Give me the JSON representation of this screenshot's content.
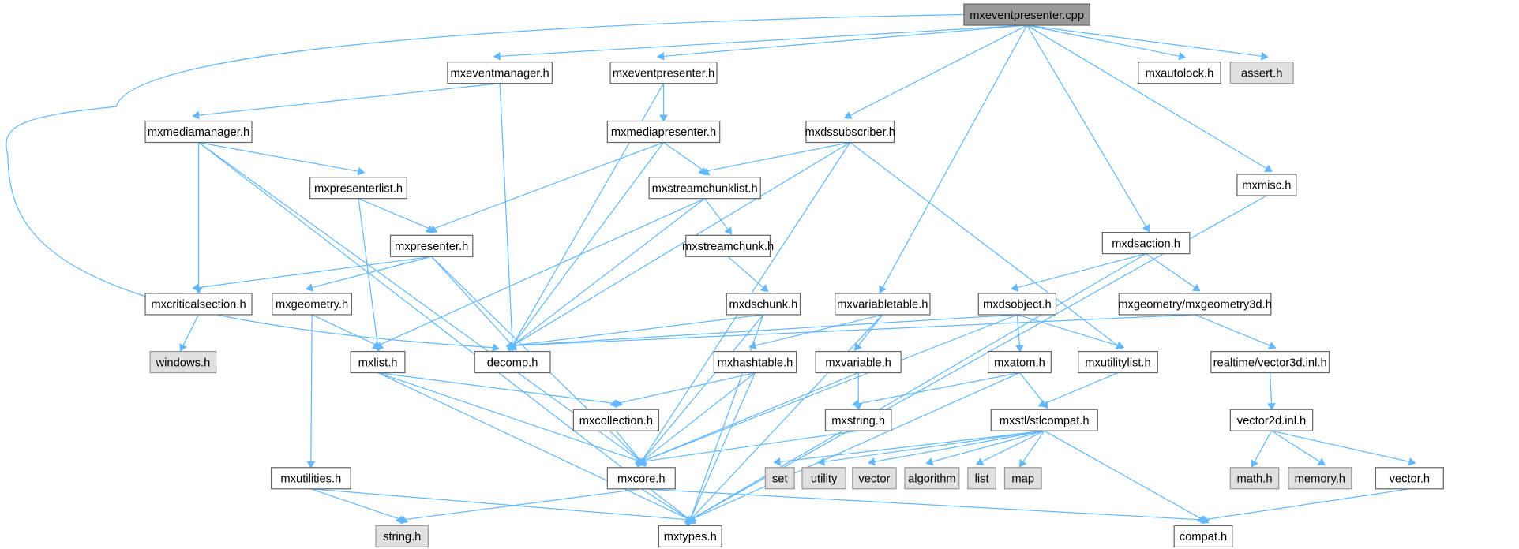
{
  "title": "mxeventpresenter.cpp include dependency graph",
  "colors": {
    "edge": "#63b8ff",
    "root_fill": "#999999",
    "system_fill": "#e0e0e0",
    "node_border": "#666666"
  },
  "nodes": {
    "root": {
      "label": "mxeventpresenter.cpp",
      "kind": "root"
    },
    "mxeventmanager": {
      "label": "mxeventmanager.h"
    },
    "mxeventpresenter": {
      "label": "mxeventpresenter.h"
    },
    "mxautolock": {
      "label": "mxautolock.h"
    },
    "assert": {
      "label": "assert.h",
      "kind": "system"
    },
    "mxmediamanager": {
      "label": "mxmediamanager.h"
    },
    "mxmediapresenter": {
      "label": "mxmediapresenter.h"
    },
    "mxdssubscriber": {
      "label": "mxdssubscriber.h"
    },
    "mxmisc": {
      "label": "mxmisc.h"
    },
    "mxpresenterlist": {
      "label": "mxpresenterlist.h"
    },
    "mxstreamchunklist": {
      "label": "mxstreamchunklist.h"
    },
    "mxdsaction": {
      "label": "mxdsaction.h"
    },
    "mxpresenter": {
      "label": "mxpresenter.h"
    },
    "mxstreamchunk": {
      "label": "mxstreamchunk.h"
    },
    "mxcriticalsection": {
      "label": "mxcriticalsection.h"
    },
    "mxgeometry": {
      "label": "mxgeometry.h"
    },
    "mxdschunk": {
      "label": "mxdschunk.h"
    },
    "mxvariabletable": {
      "label": "mxvariabletable.h"
    },
    "mxdsobject": {
      "label": "mxdsobject.h"
    },
    "mxgeometry3d": {
      "label": "mxgeometry/mxgeometry3d.h"
    },
    "windows": {
      "label": "windows.h",
      "kind": "system"
    },
    "decomp": {
      "label": "decomp.h"
    },
    "mxlist": {
      "label": "mxlist.h"
    },
    "mxhashtable": {
      "label": "mxhashtable.h"
    },
    "mxvariable": {
      "label": "mxvariable.h"
    },
    "mxatom": {
      "label": "mxatom.h"
    },
    "mxutilitylist": {
      "label": "mxutilitylist.h"
    },
    "vector3d": {
      "label": "realtime/vector3d.inl.h"
    },
    "mxcollection": {
      "label": "mxcollection.h"
    },
    "mxstring": {
      "label": "mxstring.h"
    },
    "stlcompat": {
      "label": "mxstl/stlcompat.h"
    },
    "vector2d": {
      "label": "vector2d.inl.h"
    },
    "mxutilities": {
      "label": "mxutilities.h"
    },
    "mxcore": {
      "label": "mxcore.h"
    },
    "set": {
      "label": "set",
      "kind": "system"
    },
    "utility": {
      "label": "utility",
      "kind": "system"
    },
    "vector": {
      "label": "vector",
      "kind": "system"
    },
    "algorithm": {
      "label": "algorithm",
      "kind": "system"
    },
    "list": {
      "label": "list",
      "kind": "system"
    },
    "map": {
      "label": "map",
      "kind": "system"
    },
    "math": {
      "label": "math.h",
      "kind": "system"
    },
    "memory": {
      "label": "memory.h",
      "kind": "system"
    },
    "vectorh": {
      "label": "vector.h"
    },
    "string": {
      "label": "string.h",
      "kind": "system"
    },
    "mxtypes": {
      "label": "mxtypes.h"
    },
    "compat": {
      "label": "compat.h"
    }
  },
  "edges": [
    [
      "root",
      "mxeventmanager"
    ],
    [
      "root",
      "mxeventpresenter"
    ],
    [
      "root",
      "mxautolock"
    ],
    [
      "root",
      "assert"
    ],
    [
      "root",
      "mxdssubscriber"
    ],
    [
      "root",
      "mxmisc"
    ],
    [
      "root",
      "mxdsaction"
    ],
    [
      "root",
      "mxvariabletable"
    ],
    [
      "root",
      "decomp"
    ],
    [
      "mxeventmanager",
      "mxmediamanager"
    ],
    [
      "mxeventmanager",
      "decomp"
    ],
    [
      "mxeventpresenter",
      "mxmediapresenter"
    ],
    [
      "mxeventpresenter",
      "decomp"
    ],
    [
      "mxmediamanager",
      "mxpresenterlist"
    ],
    [
      "mxmediamanager",
      "mxcriticalsection"
    ],
    [
      "mxmediamanager",
      "mxcore"
    ],
    [
      "mxmediamanager",
      "mxtypes"
    ],
    [
      "mxmediapresenter",
      "mxpresenter"
    ],
    [
      "mxmediapresenter",
      "mxstreamchunklist"
    ],
    [
      "mxmediapresenter",
      "decomp"
    ],
    [
      "mxdssubscriber",
      "mxstreamchunklist"
    ],
    [
      "mxdssubscriber",
      "decomp"
    ],
    [
      "mxdssubscriber",
      "mxcore"
    ],
    [
      "mxdssubscriber",
      "mxutilitylist"
    ],
    [
      "mxmisc",
      "mxtypes"
    ],
    [
      "mxpresenterlist",
      "mxpresenter"
    ],
    [
      "mxpresenterlist",
      "mxlist"
    ],
    [
      "mxstreamchunklist",
      "mxstreamchunk"
    ],
    [
      "mxstreamchunklist",
      "mxlist"
    ],
    [
      "mxstreamchunklist",
      "decomp"
    ],
    [
      "mxdsaction",
      "mxdsobject"
    ],
    [
      "mxdsaction",
      "mxgeometry3d"
    ],
    [
      "mxdsaction",
      "mxtypes"
    ],
    [
      "mxpresenter",
      "mxcriticalsection"
    ],
    [
      "mxpresenter",
      "mxgeometry"
    ],
    [
      "mxpresenter",
      "decomp"
    ],
    [
      "mxpresenter",
      "mxcore"
    ],
    [
      "mxstreamchunk",
      "mxdschunk"
    ],
    [
      "mxcriticalsection",
      "windows"
    ],
    [
      "mxgeometry",
      "mxlist"
    ],
    [
      "mxgeometry",
      "mxutilities"
    ],
    [
      "mxdschunk",
      "decomp"
    ],
    [
      "mxdschunk",
      "mxcore"
    ],
    [
      "mxdschunk",
      "mxtypes"
    ],
    [
      "mxvariabletable",
      "mxhashtable"
    ],
    [
      "mxvariabletable",
      "mxvariable"
    ],
    [
      "mxvariabletable",
      "mxtypes"
    ],
    [
      "mxdsobject",
      "decomp"
    ],
    [
      "mxdsobject",
      "mxatom"
    ],
    [
      "mxdsobject",
      "mxutilitylist"
    ],
    [
      "mxdsobject",
      "mxcore"
    ],
    [
      "mxgeometry3d",
      "decomp"
    ],
    [
      "mxgeometry3d",
      "vector3d"
    ],
    [
      "mxlist",
      "mxcollection"
    ],
    [
      "mxlist",
      "mxcore"
    ],
    [
      "mxlist",
      "mxtypes"
    ],
    [
      "mxhashtable",
      "mxcollection"
    ],
    [
      "mxhashtable",
      "mxcore"
    ],
    [
      "mxhashtable",
      "mxtypes"
    ],
    [
      "mxvariable",
      "mxstring"
    ],
    [
      "mxvariable",
      "mxcore"
    ],
    [
      "mxatom",
      "mxstring"
    ],
    [
      "mxatom",
      "stlcompat"
    ],
    [
      "mxatom",
      "mxtypes"
    ],
    [
      "mxutilitylist",
      "stlcompat"
    ],
    [
      "vector3d",
      "vector2d"
    ],
    [
      "mxcollection",
      "mxcore"
    ],
    [
      "mxstring",
      "mxcore"
    ],
    [
      "stlcompat",
      "set"
    ],
    [
      "stlcompat",
      "utility"
    ],
    [
      "stlcompat",
      "vector"
    ],
    [
      "stlcompat",
      "algorithm"
    ],
    [
      "stlcompat",
      "list"
    ],
    [
      "stlcompat",
      "map"
    ],
    [
      "stlcompat",
      "compat"
    ],
    [
      "vector2d",
      "math"
    ],
    [
      "vector2d",
      "memory"
    ],
    [
      "vector2d",
      "vectorh"
    ],
    [
      "mxutilities",
      "string"
    ],
    [
      "mxutilities",
      "mxtypes"
    ],
    [
      "mxcore",
      "string"
    ],
    [
      "mxcore",
      "mxtypes"
    ],
    [
      "mxcore",
      "compat"
    ],
    [
      "vectorh",
      "compat"
    ]
  ]
}
